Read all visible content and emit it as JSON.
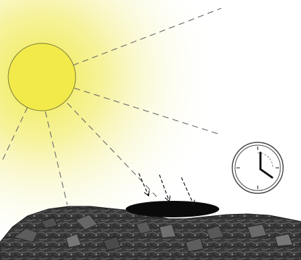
{
  "scene": {
    "elements": [
      {
        "name": "sun",
        "icon": "sun-icon"
      },
      {
        "name": "sun-rays",
        "icon": "dashed-ray-lines"
      },
      {
        "name": "rock-ground",
        "icon": "rock-texture"
      },
      {
        "name": "dark-puddle",
        "icon": "black-oval"
      },
      {
        "name": "heat-arrows",
        "icon": "dashed-arrow"
      },
      {
        "name": "clock",
        "icon": "clock-icon"
      }
    ],
    "colors": {
      "sun_glow": "#f2ea4a",
      "sun_edge": "#7a7a3a",
      "ray": "#666666",
      "rock_dark": "#2e2e2e",
      "rock_mid": "#4d4d4d",
      "rock_light": "#8a8a8a",
      "puddle": "#0a0a0a",
      "clock_face": "#ffffff",
      "clock_ring": "#444444",
      "clock_hands": "#111111"
    }
  }
}
